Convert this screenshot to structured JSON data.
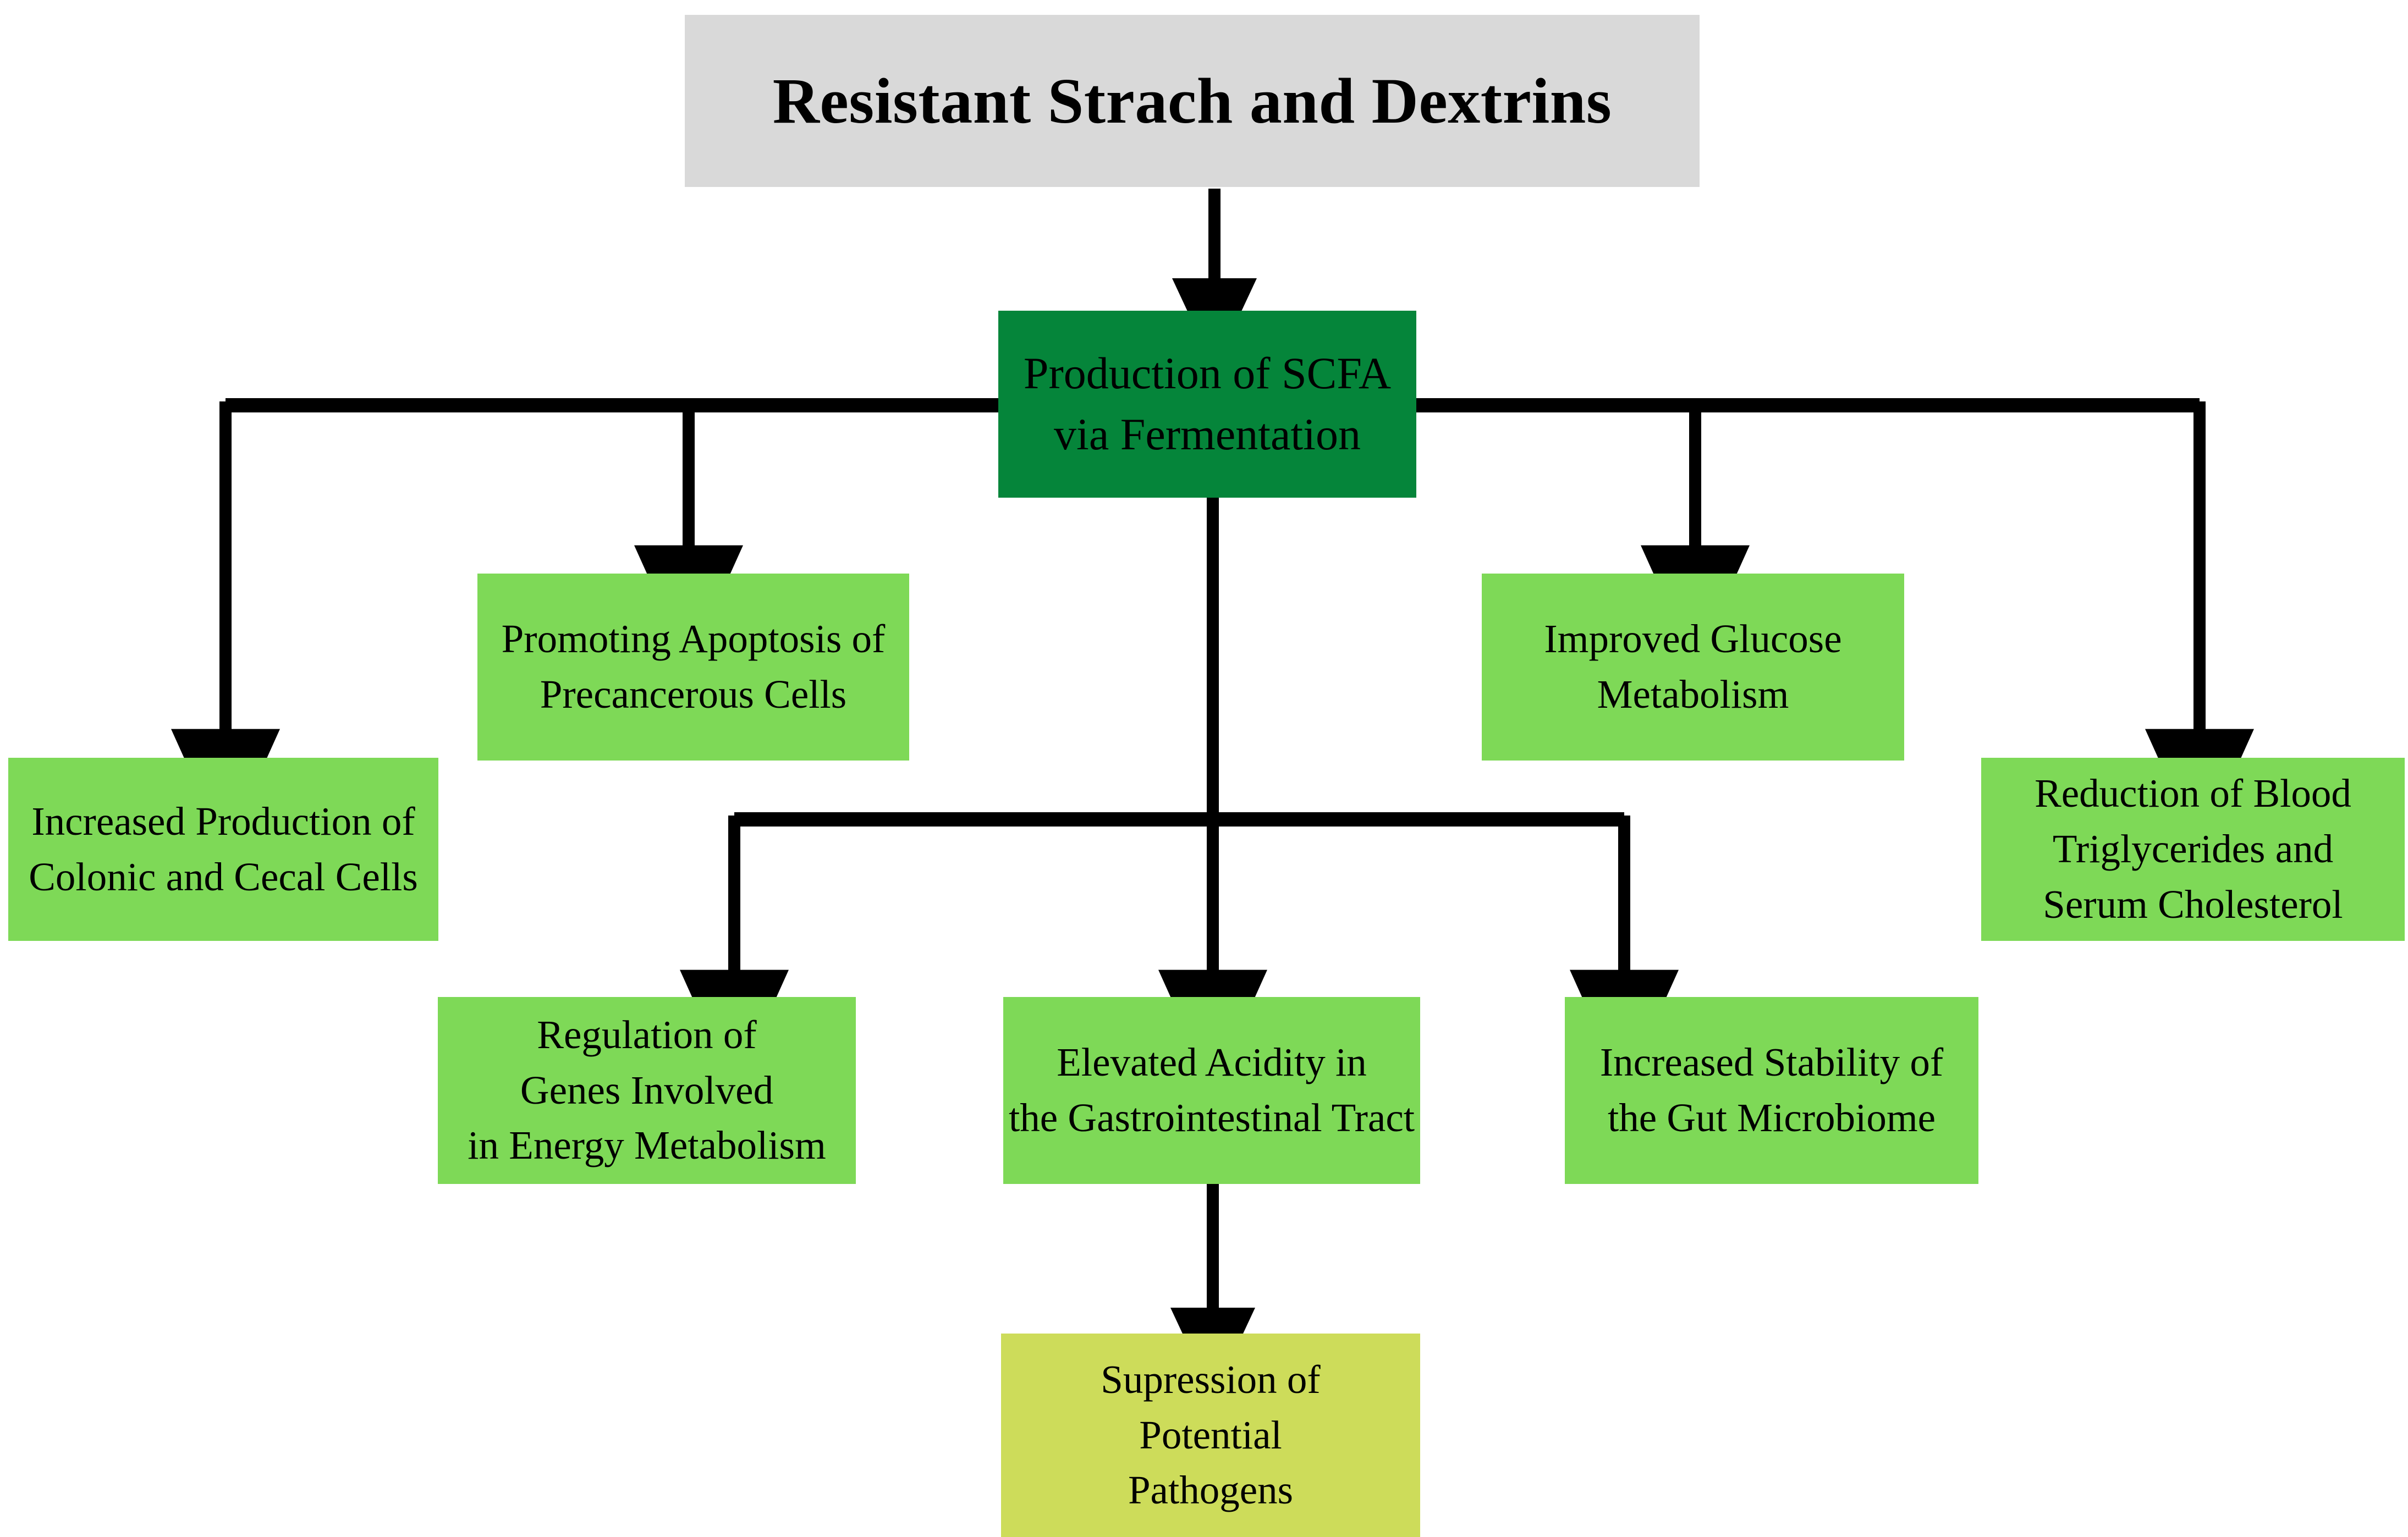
{
  "diagram": {
    "title": "Resistant Starch and Dextrins flowchart",
    "background": "#ffffff",
    "colors": {
      "title_box": "#d9d9d9",
      "root_node": "#05853a",
      "leaf_node": "#7ed957",
      "terminal_node": "#cddc5a",
      "edge": "#000000",
      "text": "#000000"
    },
    "nodes": {
      "title": {
        "id": "resistant-starch-dextrins",
        "lines": [
          "Resistant Strach and Dextrins"
        ],
        "fill": "#d9d9d9",
        "shape": "rectangle"
      },
      "scfa": {
        "id": "production-of-scfa",
        "lines": [
          "Production of SCFA",
          "via Fermentation"
        ],
        "fill": "#05853a",
        "shape": "rectangle"
      },
      "apoptosis": {
        "id": "promoting-apoptosis",
        "lines": [
          "Promoting Apoptosis of",
          "Precancerous Cells"
        ],
        "fill": "#7ed957",
        "shape": "rectangle"
      },
      "colonic": {
        "id": "increased-production-colonic-cecal",
        "lines": [
          "Increased Production of",
          "Colonic and Cecal Cells"
        ],
        "fill": "#7ed957",
        "shape": "rectangle"
      },
      "glucose": {
        "id": "improved-glucose-metabolism",
        "lines": [
          "Improved Glucose",
          "Metabolism"
        ],
        "fill": "#7ed957",
        "shape": "rectangle"
      },
      "lipids": {
        "id": "reduction-blood-triglycerides-serum-cholesterol",
        "lines": [
          "Reduction of Blood",
          "Triglycerides and",
          "Serum Cholesterol"
        ],
        "fill": "#7ed957",
        "shape": "rectangle"
      },
      "genes": {
        "id": "regulation-of-genes-energy-metabolism",
        "lines": [
          "Regulation of",
          "Genes Involved",
          "in Energy Metabolism"
        ],
        "fill": "#7ed957",
        "shape": "rectangle"
      },
      "acidity": {
        "id": "elevated-acidity-gi-tract",
        "lines": [
          "Elevated Acidity in",
          "the Gastrointestinal Tract"
        ],
        "fill": "#7ed957",
        "shape": "rectangle"
      },
      "microbiome": {
        "id": "increased-stability-gut-microbiome",
        "lines": [
          "Increased Stability of",
          "the Gut Microbiome"
        ],
        "fill": "#7ed957",
        "shape": "rectangle"
      },
      "pathogens": {
        "id": "supression-of-potential-pathogens",
        "lines": [
          "Supression of",
          "Potential",
          "Pathogens"
        ],
        "fill": "#cddc5a",
        "shape": "rectangle"
      }
    },
    "edges": [
      {
        "from": "title",
        "to": "scfa",
        "style": "straight-arrow"
      },
      {
        "from": "scfa",
        "to": "colonic",
        "style": "orthogonal-arrow"
      },
      {
        "from": "scfa",
        "to": "apoptosis",
        "style": "orthogonal-arrow"
      },
      {
        "from": "scfa",
        "to": "glucose",
        "style": "orthogonal-arrow"
      },
      {
        "from": "scfa",
        "to": "lipids",
        "style": "orthogonal-arrow"
      },
      {
        "from": "scfa",
        "to": "genes",
        "style": "orthogonal-arrow"
      },
      {
        "from": "scfa",
        "to": "acidity",
        "style": "straight-arrow"
      },
      {
        "from": "scfa",
        "to": "microbiome",
        "style": "orthogonal-arrow"
      },
      {
        "from": "acidity",
        "to": "pathogens",
        "style": "straight-arrow"
      }
    ]
  }
}
